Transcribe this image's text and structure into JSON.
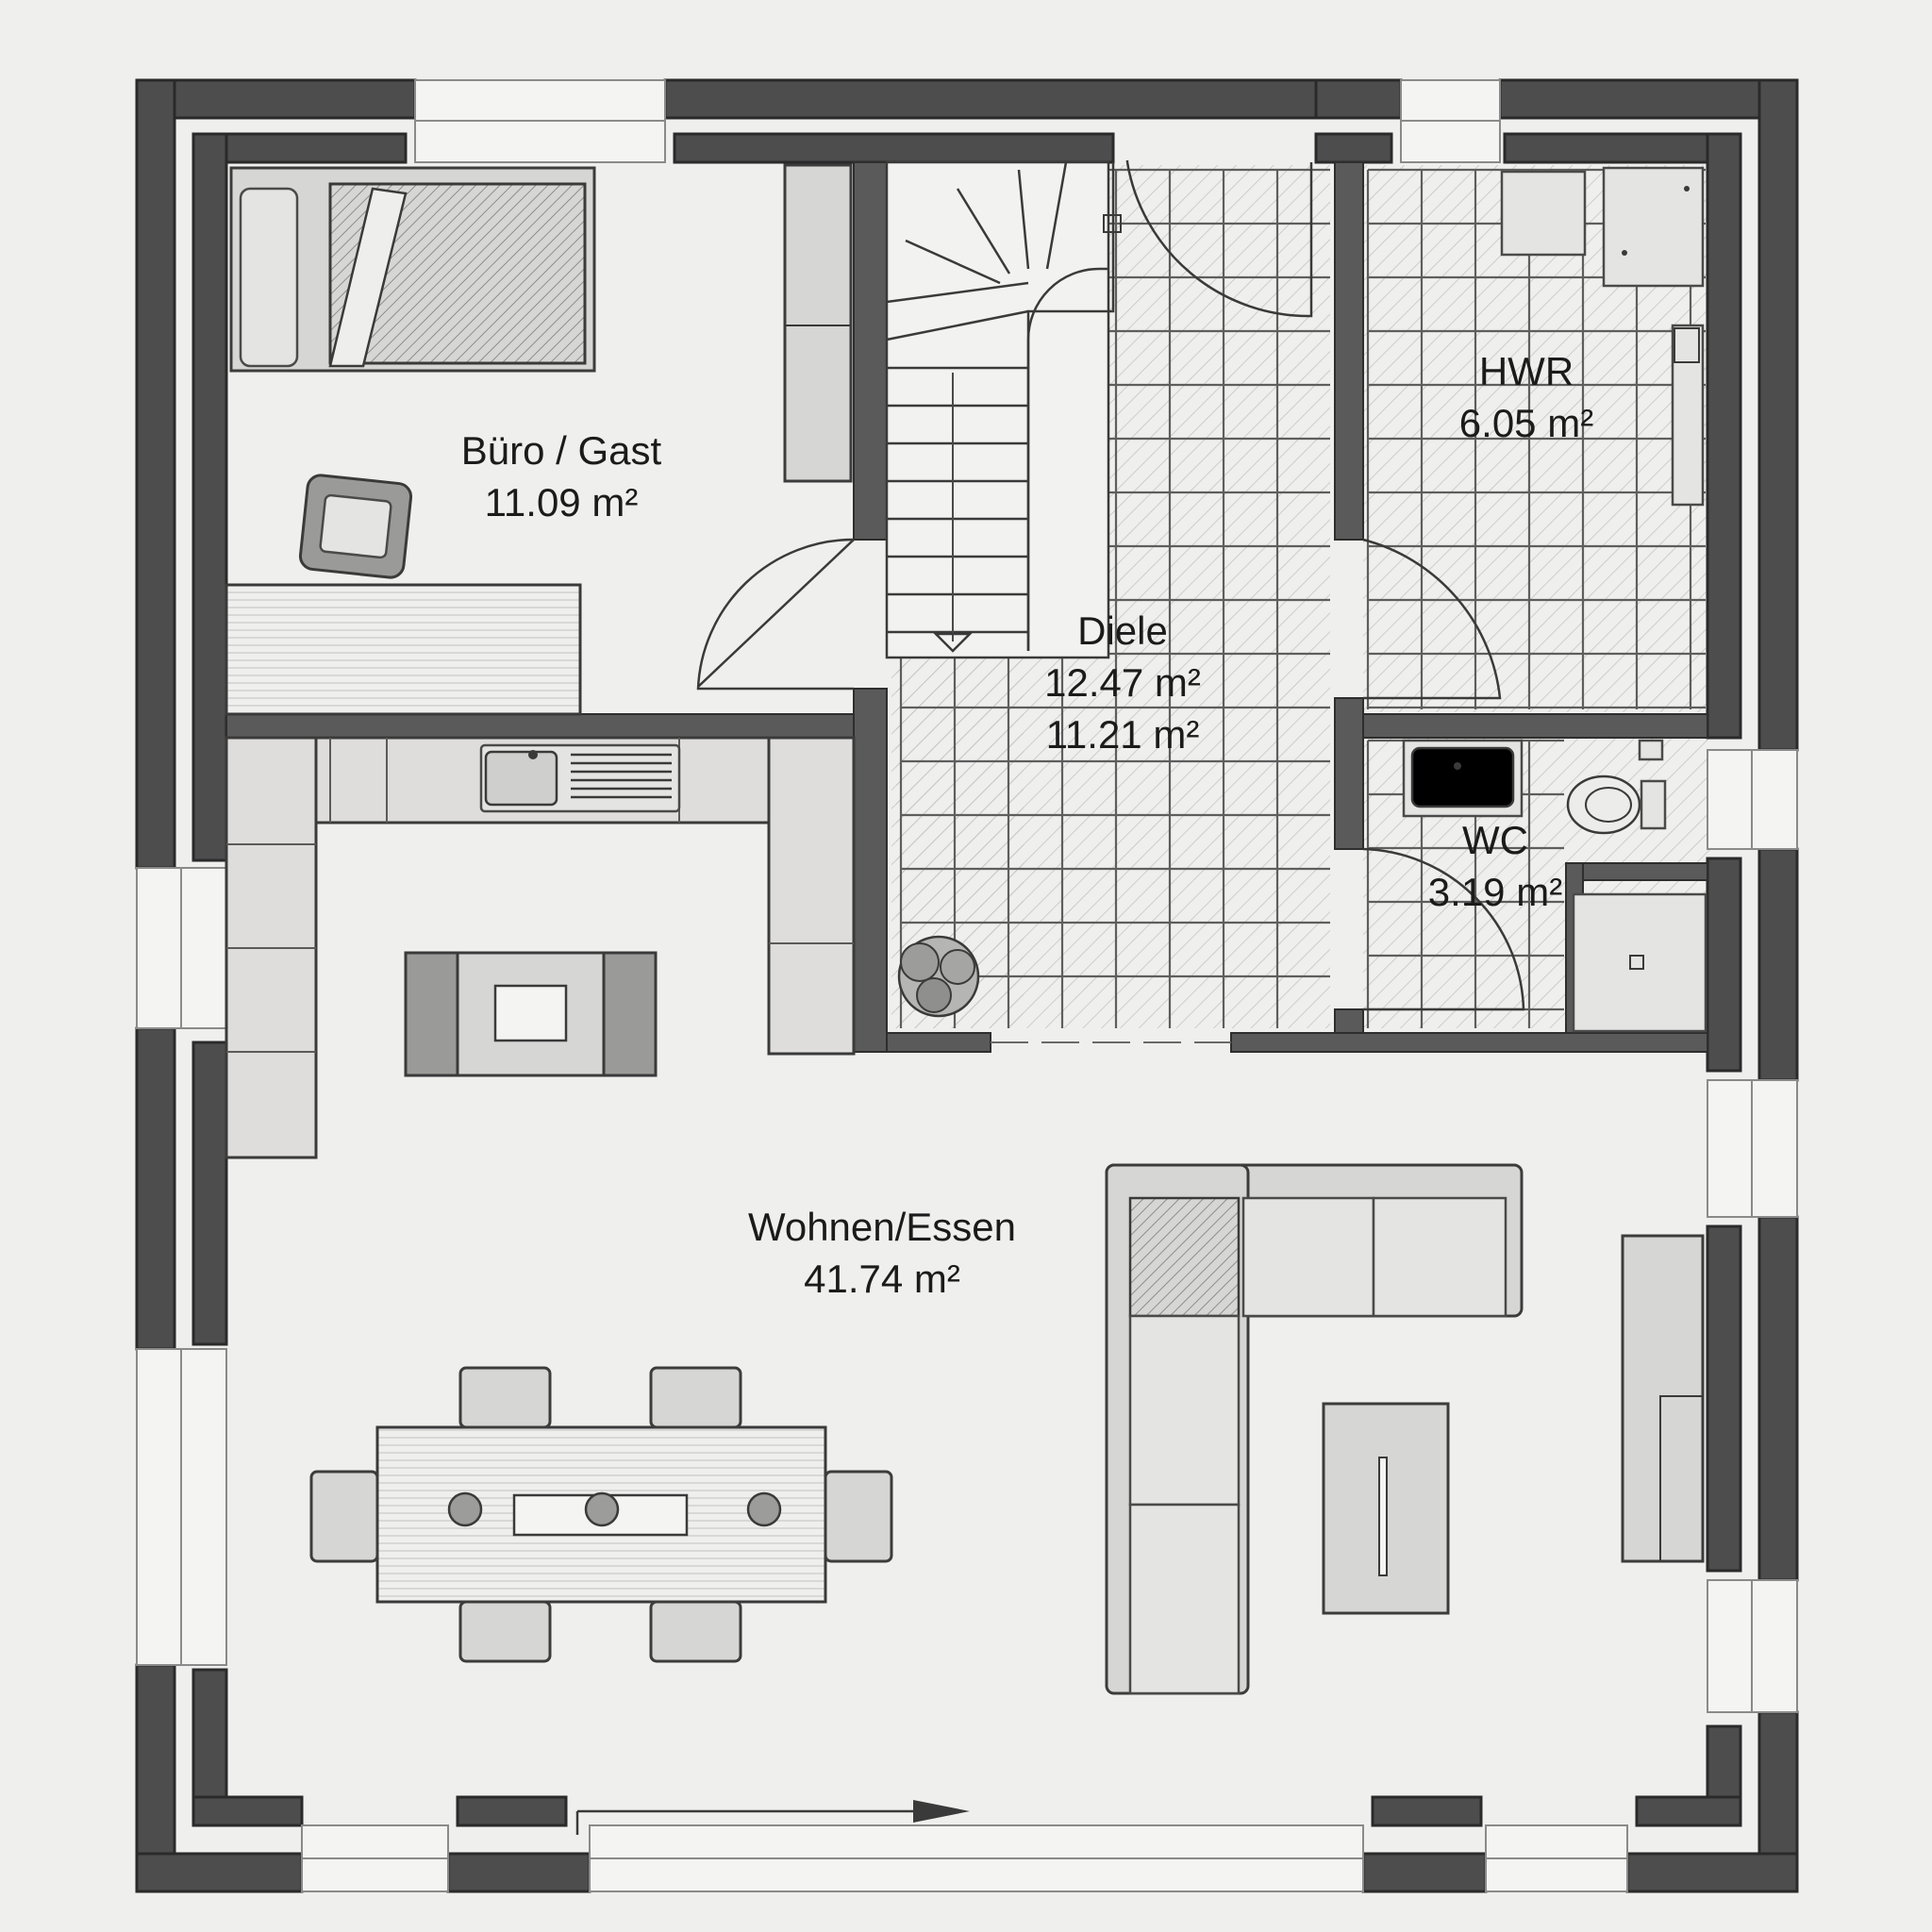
{
  "rooms": {
    "buero": {
      "name": "Büro / Gast",
      "area": "11.09 m²"
    },
    "hwr": {
      "name": "HWR",
      "area": "6.05 m²"
    },
    "diele": {
      "name": "Diele",
      "area": "12.47 m²",
      "area2": "11.21 m²"
    },
    "wc": {
      "name": "WC",
      "area": "3.19 m²"
    },
    "wohnen": {
      "name": "Wohnen/Essen",
      "area": "41.74 m²"
    }
  },
  "colors": {
    "paper": "#efefed",
    "wall": "#4d4d4d",
    "pencil": "#3a3a3a"
  }
}
